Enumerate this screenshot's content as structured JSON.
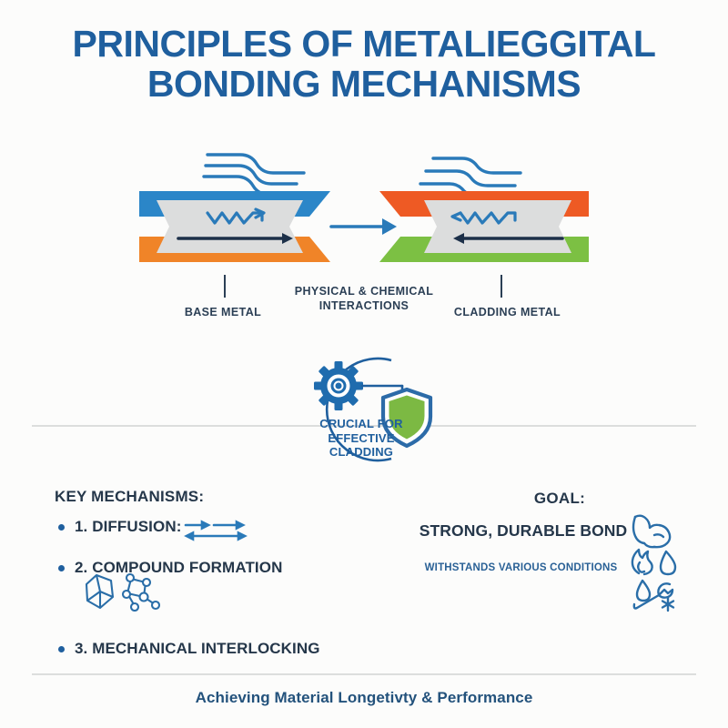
{
  "theme": {
    "background": "#fcfcfb",
    "title_color": "#1f5f9e",
    "dark_text": "#25374a",
    "label_text": "#2b3f55",
    "accent_blue": "#2a7ab9",
    "band_blue": "#2b86c8",
    "band_orange": "#f08428",
    "band_red_orange": "#ee5a24",
    "band_green": "#7cc043",
    "ribbon_gray": "#dcdddd",
    "divider": "#dcdedd",
    "shield_green": "#7cb943",
    "footer_color": "#23527c"
  },
  "title": {
    "line1": "PRINCIPLES OF METALIEGGITAL",
    "line2": "BONDING MECHANISMS"
  },
  "diagram": {
    "labels": {
      "base_metal": "BASE METAL",
      "interactions_line1": "PHYSICAL & CHEMICAL",
      "interactions_line2": "INTERACTIONS",
      "cladding_metal": "CLADDING METAL"
    },
    "left_block": {
      "top_band_color": "#2b86c8",
      "bottom_band_color": "#f08428",
      "ribbon_color": "#dcdddd",
      "flow_direction": "right"
    },
    "right_block": {
      "top_band_color": "#ee5a24",
      "bottom_band_color": "#7cc043",
      "ribbon_color": "#dcdddd",
      "flow_direction": "left"
    },
    "center_arrow": "arrow-right-icon",
    "wave_icons": "stepped-flow-lines-icon"
  },
  "circle_section": {
    "caption_line1": "CRUCIAL FOR",
    "caption_line2": "EFFECTIVE",
    "caption_line3": "CLADDING",
    "gear_icon": "gear-icon",
    "shield_icon": "shield-icon",
    "loop_icon": "circular-arrow-icon"
  },
  "key_mechanisms": {
    "heading": "KEY MECHANISMS:",
    "items": [
      {
        "label": "1. DIFFUSION:",
        "icon": "diffusion-arrows-icon"
      },
      {
        "label": "2. COMPOUND FORMATION",
        "icon": "crystal-molecule-icon"
      },
      {
        "label": "3. MECHANICAL INTERLOCKING",
        "icon": ""
      }
    ]
  },
  "goal": {
    "heading": "GOAL:",
    "main": "STRONG, DURABLE BOND",
    "sub": "WITHSTANDS VARIOUS CONDITIONS",
    "icons": [
      "bicep-strength-icon",
      "fire-water-icon",
      "water-wrench-frost-icon"
    ]
  },
  "footer": {
    "text": "Achieving Material Longetivty & Performance"
  }
}
